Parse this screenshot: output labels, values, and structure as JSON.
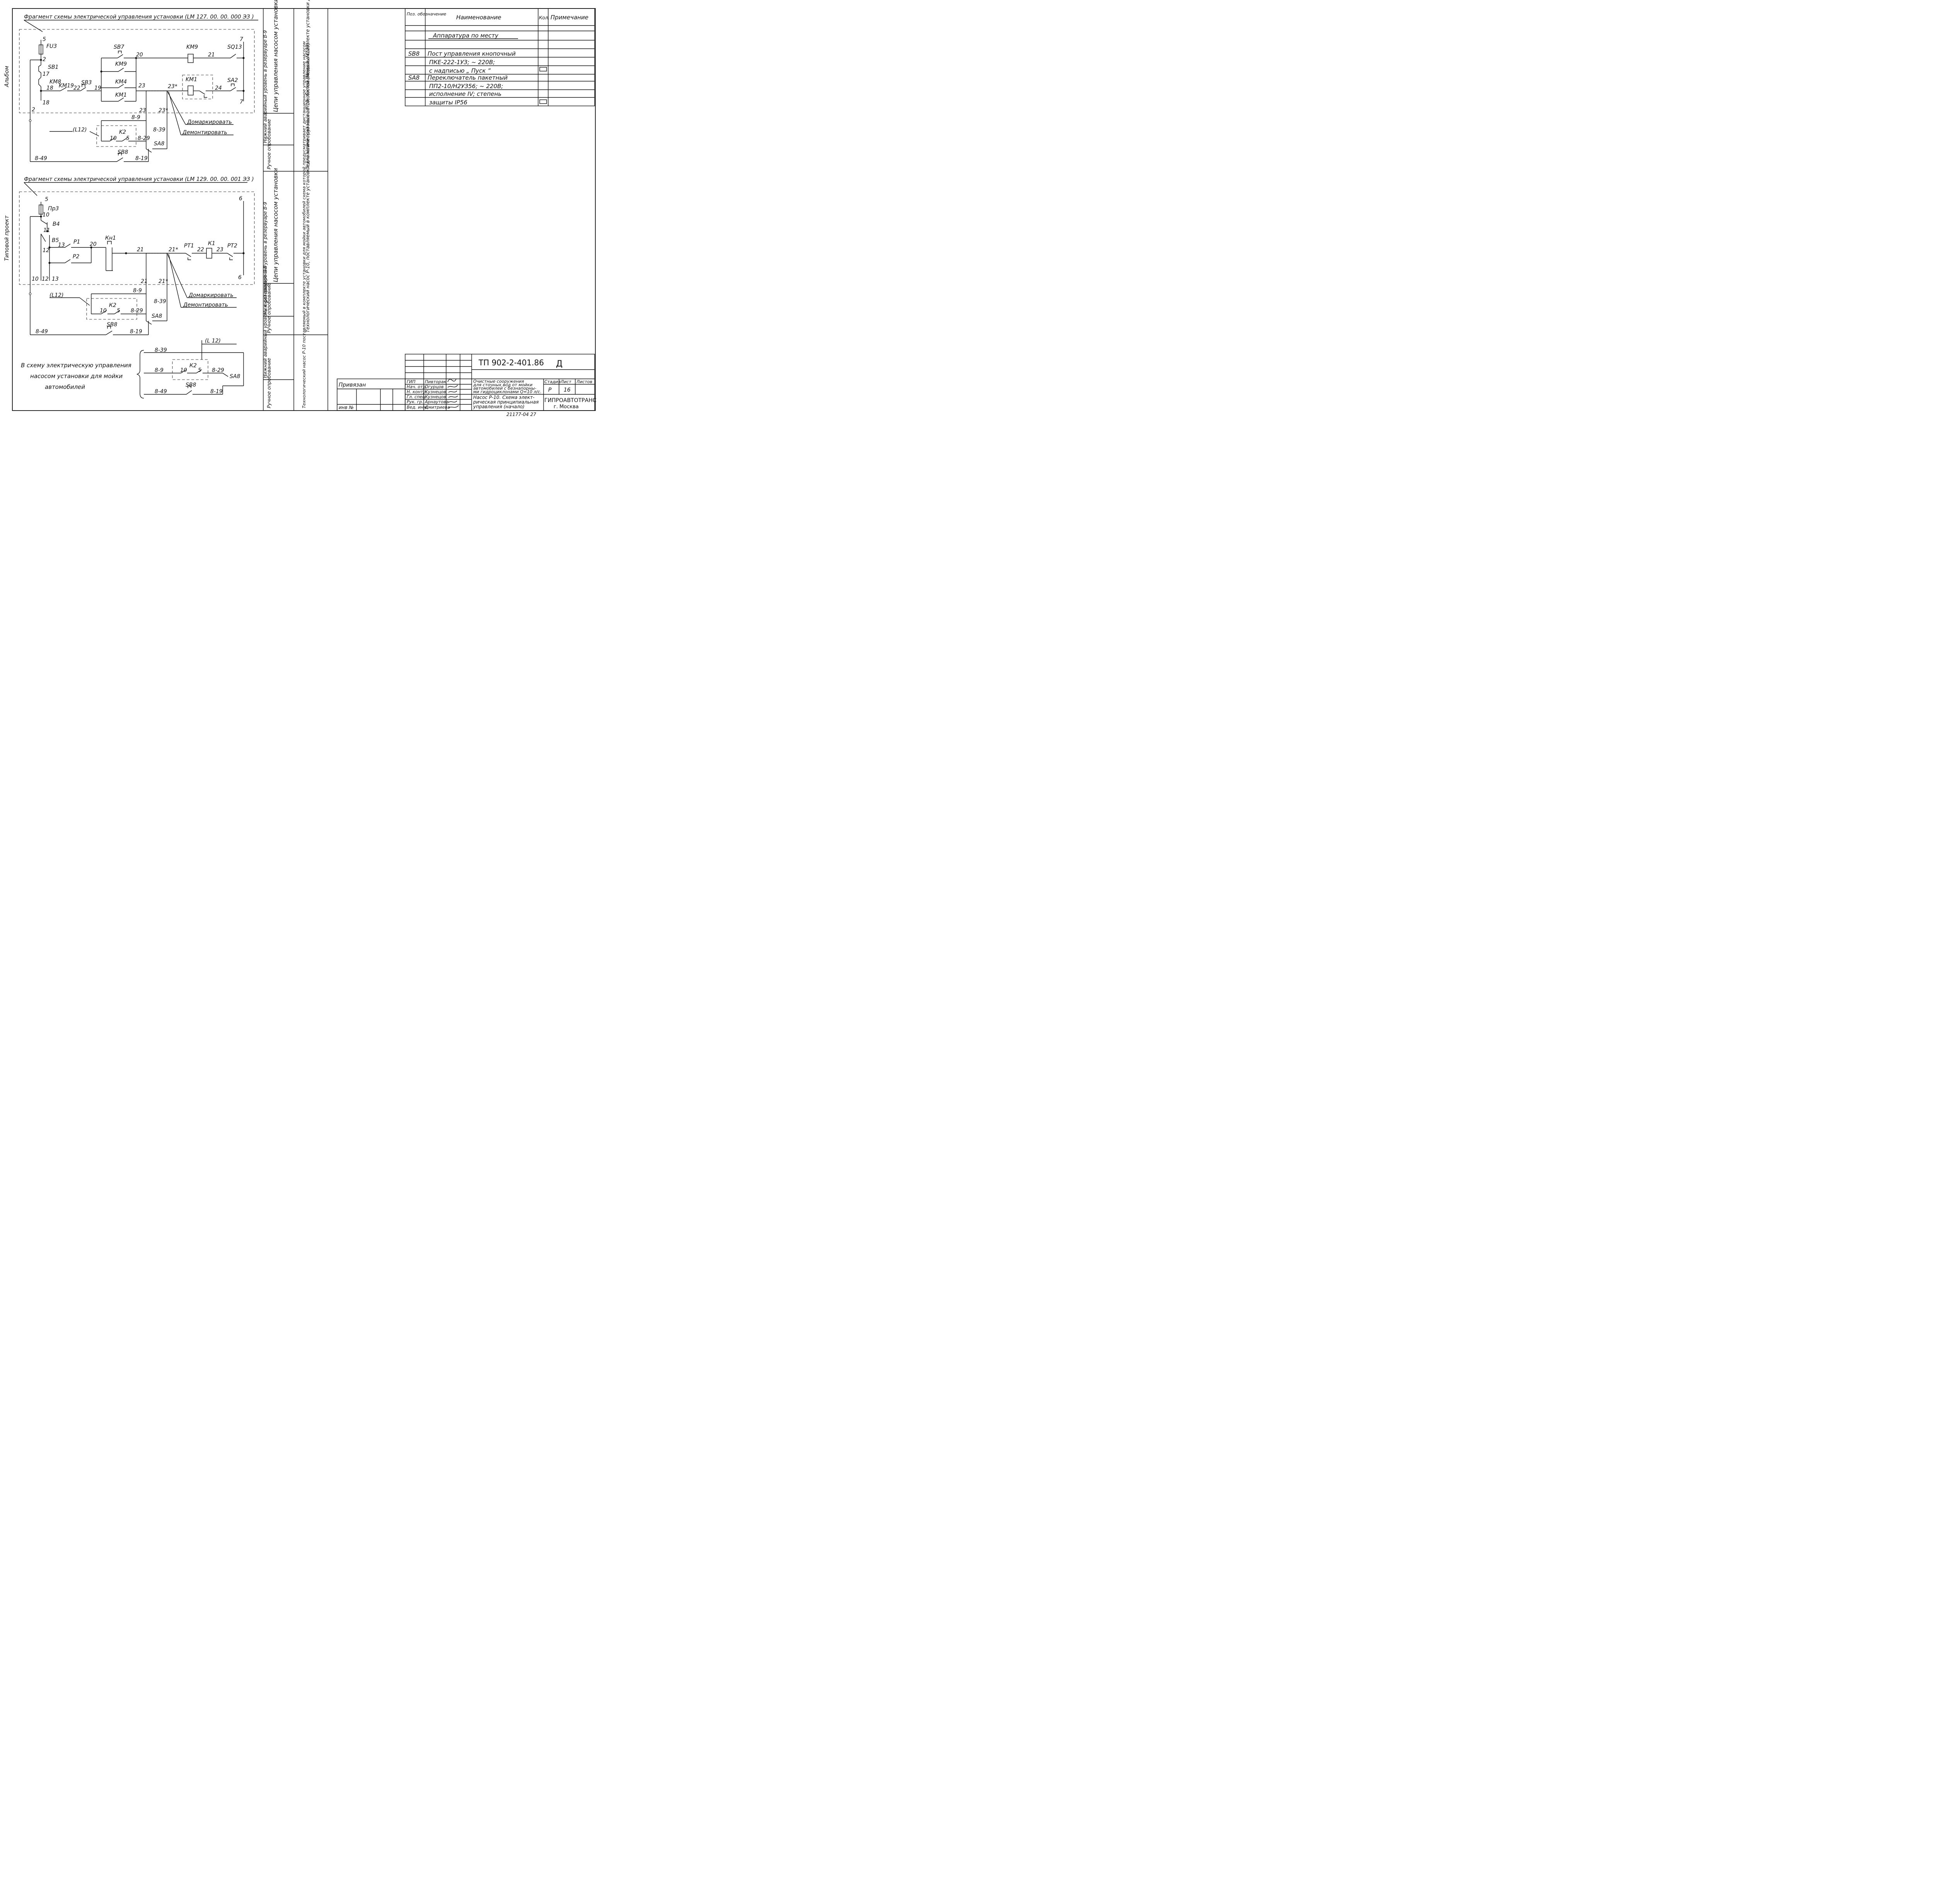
{
  "sheet": {
    "left_side_labels": [
      "Альбом",
      "Типовой проект"
    ],
    "bottom_number": "21177-04  27"
  },
  "fragment1": {
    "title": "Фрагмент схемы электрической управления установки (LM 127. 00. 00. 000 ЭЗ )",
    "labels": {
      "n5": "5",
      "fu3": "FU3",
      "n2top": "2",
      "sb1": "SB1",
      "n17": "17",
      "km8": "KM8",
      "n18a": "18",
      "km19": "KM19",
      "n22": "22",
      "sb3": "SB3",
      "n19": "19",
      "n18b": "18",
      "sb7": "SB7",
      "km9a": "KM9",
      "n20": "20",
      "km9b": "KM9",
      "n21": "21",
      "sq13": "SQ13",
      "n7a": "7",
      "km4": "KM4",
      "n23a": "23",
      "n23s": "23*",
      "km1a": "KM1",
      "km1b": "KM1",
      "n24": "24",
      "sa2": "SA2",
      "n7b": "7",
      "n2b": "2",
      "n23b": "23",
      "n23sb": "23*",
      "n89": "8-9",
      "n839": "8-39",
      "l12": "(L12)",
      "k2": "K2",
      "n10": "10",
      "n5b": "5",
      "n829": "8-29",
      "sa8": "SA8",
      "n849": "8-49",
      "sb8": "SB8",
      "n819": "8-19"
    },
    "callout_mark": "Домаркировать",
    "callout_dismantle": "Демонтировать"
  },
  "fragment2": {
    "title": "Фрагмент схемы электрической управления установки (LM 129. 00. 00. 001 ЭЗ )",
    "labels": {
      "n5": "5",
      "pr3": "Пр3",
      "n10": "10",
      "b4": "В4",
      "n11": "11",
      "b5": "В5",
      "n12": "12",
      "n13": "13",
      "p1": "Р1",
      "n20": "20",
      "kn1": "Кн1",
      "p2": "Р2",
      "n21a": "21",
      "n21s": "21*",
      "pt1": "РТ1",
      "n22": "22",
      "k1": "К1",
      "n23": "23",
      "pt2": "РТ2",
      "n6a": "6",
      "n6b": "6",
      "n10b": "10",
      "n12b": "12",
      "n13b": "13",
      "n21b": "21",
      "n21sb": "21*",
      "n89": "8-9",
      "n839": "8-39",
      "l12": "(L12)",
      "k2": "К2",
      "n10c": "10",
      "n5b": "5",
      "n829": "8-29",
      "sa8": "SA8",
      "n849": "8-49",
      "sb8": "SB8",
      "n819": "8-19"
    },
    "callout_mark": "Домаркировать",
    "callout_dismantle": "Демонтировать"
  },
  "fragment3": {
    "note_lines": [
      "В схему электрическую управления",
      "насосом установки для мойки",
      "автомобилей"
    ],
    "labels": {
      "n839": "8-39",
      "l12": "(L 12)",
      "k2": "К2",
      "n89": "8-9",
      "n10": "10",
      "n5": "5",
      "n829": "8-29",
      "sa8": "SA8",
      "n849": "8-49",
      "sb8": "SB8",
      "n819": "8-19"
    }
  },
  "side_columns": {
    "col1": [
      "Цепи управления насосом установки",
      "Нижний аварийный уровень в резервуаре В-9",
      "Ручное опробование",
      "Цепи управления насосом установки",
      "Нижний аварийный уровень в резервуаре В-9",
      "Ручное опробование",
      "Нижний аварийный уровень в резервуаре В-9",
      "Ручное опробование"
    ],
    "col2_top": "Технологический насос Р-10, поставляемый в комплекте установки для мойки грузовых автомобилей (Модель М127)",
    "col2_mid": "Технологический насос Р-10, поставляемый в комплекте установки для мойки грузовых автомобилей (Модель М129)",
    "col2_bottom": "Технологический насос Р-10 поставляемый в комплекте установки для мойки автомобилей схема которой предусматривает дистанционное управление насосом"
  },
  "spec_table": {
    "headers": [
      "Поз. обозначение",
      "Наименование",
      "Кол.",
      "Примечание"
    ],
    "rows": [
      {
        "pos": "",
        "name": "Аппаратура по месту"
      },
      {
        "pos": "SB8",
        "name": "Пост управления кнопочный"
      },
      {
        "pos": "",
        "name": "ПКЕ-222-1УЗ;  ~ 220В;"
      },
      {
        "pos": "",
        "name": "с надписью „ Пуск ”"
      },
      {
        "pos": "SA8",
        "name": "Переключатель пакетный"
      },
      {
        "pos": "",
        "name": "ПП2-10/Н2УЗ56;  ~ 220В;"
      },
      {
        "pos": "",
        "name": "исполнение IV;  степень"
      },
      {
        "pos": "",
        "name": "защиты  IP56"
      }
    ]
  },
  "title_block": {
    "binding_label": "Привязан",
    "inv_label": "инв №",
    "doc_number": "ТП 902-2-401.86",
    "sheet_letter": "Д",
    "roles": [
      {
        "role": "ГИП",
        "name": "Пивторак"
      },
      {
        "role": "Нач. отд.",
        "name": "Огурцов"
      },
      {
        "role": "Н. контр.",
        "name": "Кузнецов"
      },
      {
        "role": "Гл. спец.",
        "name": "Кузнецов"
      },
      {
        "role": "Рук. гр.",
        "name": "Арнаутова"
      },
      {
        "role": "Вед. инж.",
        "name": "Дмитриева"
      }
    ],
    "project_title": [
      "Очистные сооружения",
      "для сточных вод от мойки",
      "автомобилей с безнапорны-",
      "ми гидроциклонами Q=10 л/с."
    ],
    "sheet_title": [
      "Насос Р-10. Схема элект-",
      "рическая принципиальная",
      "управления  (начало)"
    ],
    "col_headers": [
      "Стадия",
      "Лист",
      "Листов"
    ],
    "stage": "Р",
    "sheet_no": "16",
    "org": "ГИПРОАВТОТРАНС",
    "city": "г. Москва"
  }
}
